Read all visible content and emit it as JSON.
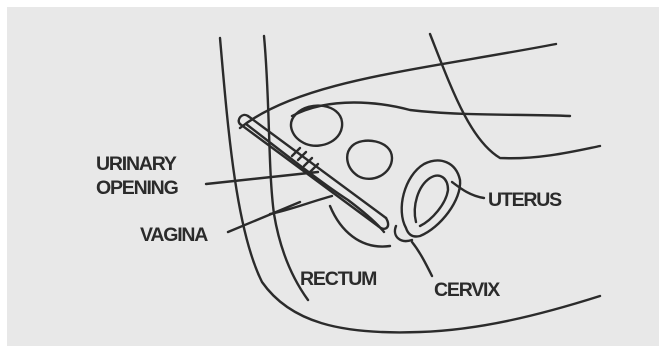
{
  "diagram": {
    "labels": {
      "urinary_line1": "URINARY",
      "urinary_line2": "OPENING",
      "vagina": "VAGINA",
      "rectum": "RECTUM",
      "uterus": "UTERUS",
      "cervix": "CERVIX"
    },
    "colors": {
      "background": "#e8e8e8",
      "ink": "#2b2b2b"
    }
  }
}
